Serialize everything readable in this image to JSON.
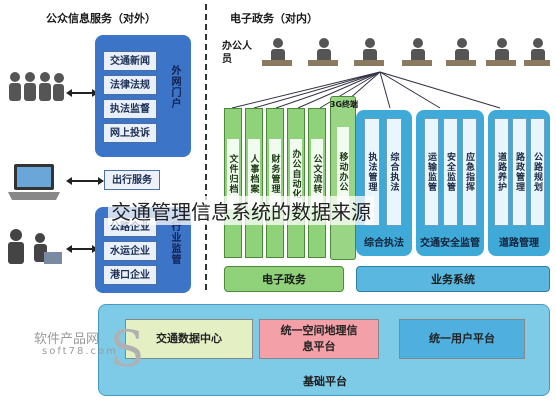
{
  "headers": {
    "public_service": "公众信息服务（对外）",
    "egov_internal": "电子政务（对内）"
  },
  "public_panel": {
    "items": [
      "交通新闻",
      "法律法规",
      "执法监督",
      "网上投诉"
    ],
    "vertical_label": "外网门户"
  },
  "travel_service": "出行服务",
  "enterprise_panel": {
    "items": [
      "公路企业",
      "水运企业",
      "港口企业"
    ],
    "vertical_label": "行业监管"
  },
  "office_staff": "办公人员",
  "egov_columns": [
    "文件归档",
    "人事档案",
    "财务管理",
    "办公自动化",
    "公文流转"
  ],
  "g3_label": "3G终端",
  "g3_column": "移动办公",
  "business_systems": [
    {
      "title": "综合执法",
      "columns": [
        "执法管理",
        "综合执法"
      ]
    },
    {
      "title": "交通安全监管",
      "columns": [
        "运输监管",
        "安全监管",
        "应急指挥"
      ]
    },
    {
      "title": "道路管理",
      "columns": [
        "道路养护",
        "路政管理",
        "公路规划"
      ]
    }
  ],
  "egov_bar": "电子政务",
  "business_bar": "业务系统",
  "platforms": [
    "交通数据中心",
    "统一空间地理信息平台",
    "统一用户平台"
  ],
  "base_platform": "基础平台",
  "watermark": {
    "site": "软件产品网",
    "url": "soft78.com"
  },
  "overlay_title": "交通管理信息系统的数据来源"
}
